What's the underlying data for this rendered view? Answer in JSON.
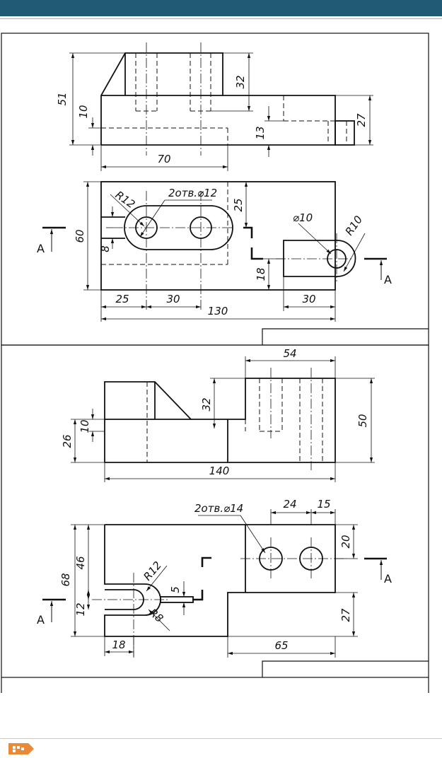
{
  "colors": {
    "header_bar": "#1f5c74",
    "footer_icon": "#e88a3a",
    "ink": "#111111"
  },
  "figure1": {
    "front_view": {
      "d_height": "51",
      "d_top": "32",
      "d_left": "10",
      "d_right": "27",
      "d_mid": "13",
      "d_length": "70"
    },
    "top_view": {
      "d_holes": "2отв.⌀12",
      "d_r12": "R12",
      "d_r10": "R10",
      "d_hole10": "⌀10",
      "d_25v": "25",
      "d_60": "60",
      "d_8": "8",
      "d_18": "18",
      "d_25h": "25",
      "d_30a": "30",
      "d_130": "130",
      "d_30b": "30",
      "section_left": "A",
      "section_right": "A"
    }
  },
  "figure2": {
    "front_view": {
      "d_54": "54",
      "d_32": "32",
      "d_50": "50",
      "d_26": "26",
      "d_10": "10",
      "d_140": "140"
    },
    "top_view": {
      "d_holes": "2отв.⌀14",
      "d_24": "24",
      "d_15": "15",
      "d_20": "20",
      "d_46": "46",
      "d_68": "68",
      "d_r12": "R12",
      "d_5": "5",
      "d_12": "12",
      "d_r8": "R8",
      "d_27": "27",
      "d_18": "18",
      "d_65": "65",
      "section_left": "A",
      "section_right": "A"
    }
  }
}
